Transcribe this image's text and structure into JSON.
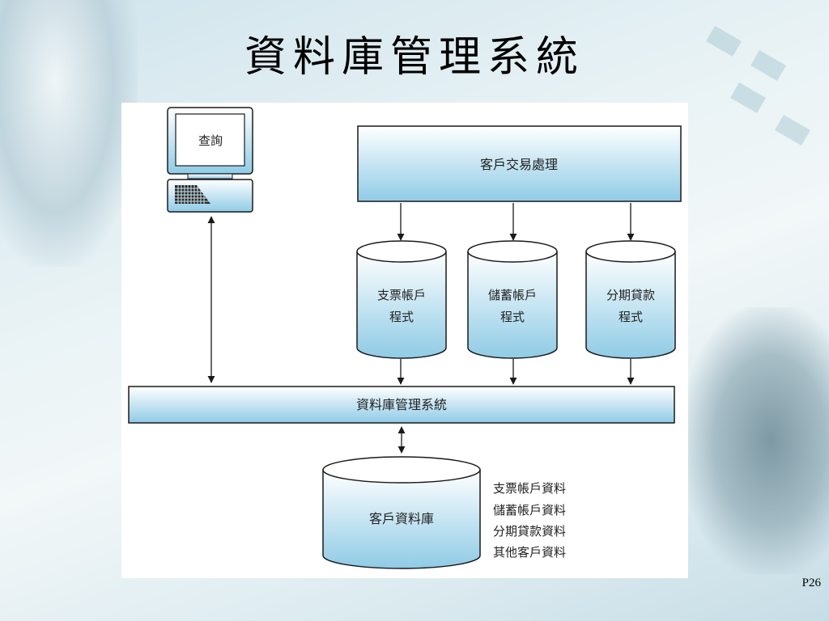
{
  "slide": {
    "title": "資料庫管理系統",
    "page_number": "P26"
  },
  "diagram": {
    "terminal_label": "查詢",
    "transaction_label": "客戶交易處理",
    "programs": [
      {
        "line1": "支票帳戶",
        "line2": "程式"
      },
      {
        "line1": "儲蓄帳戶",
        "line2": "程式"
      },
      {
        "line1": "分期貸款",
        "line2": "程式"
      }
    ],
    "dbms_label": "資料庫管理系統",
    "database_label": "客戶資料庫",
    "data_items": [
      "支票帳戶資料",
      "儲蓄帳戶資料",
      "分期貸款資料",
      "其他客戶資料"
    ]
  },
  "colors": {
    "box_top": "#ffffff",
    "box_bottom": "#8fcbe6",
    "stroke": "#1a1a1a"
  }
}
